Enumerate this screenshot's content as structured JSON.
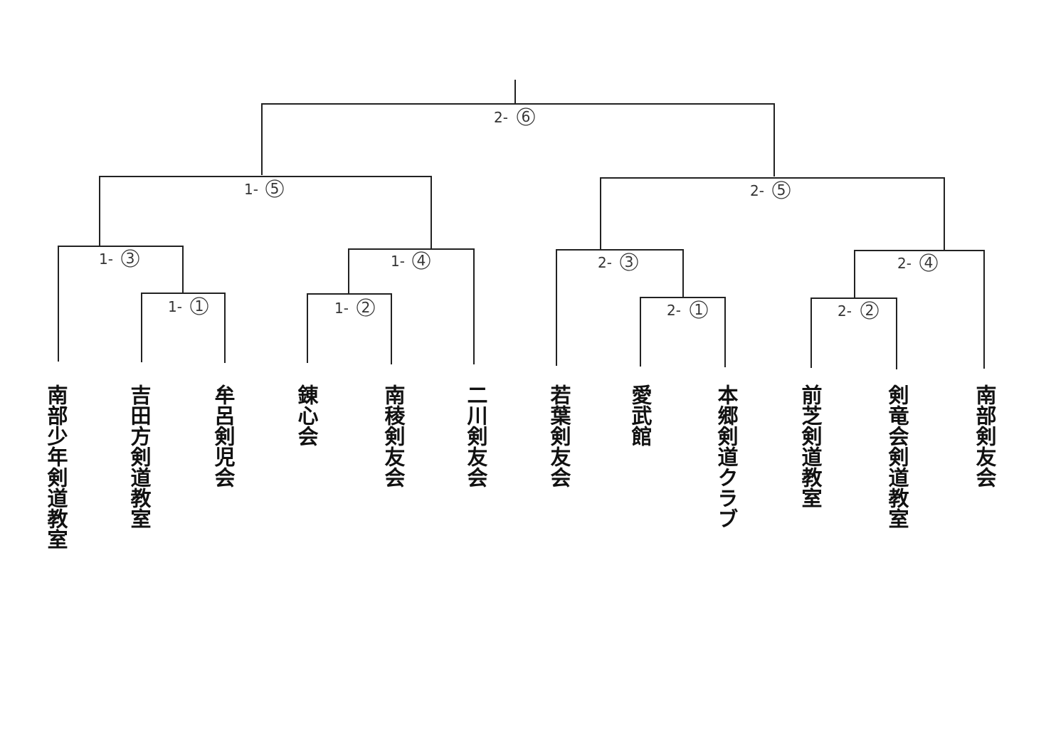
{
  "teams": [
    {
      "name": "南部少年剣道教室"
    },
    {
      "name": "吉田方剣道教室"
    },
    {
      "name": "牟呂剣児会"
    },
    {
      "name": "錬心会"
    },
    {
      "name": "南稜剣友会"
    },
    {
      "name": "二川剣友会"
    },
    {
      "name": "若葉剣友会"
    },
    {
      "name": "愛武館"
    },
    {
      "name": "本郷剣道クラブ"
    },
    {
      "name": "前芝剣道教室"
    },
    {
      "name": "剣竜会剣道教室"
    },
    {
      "name": "南部剣友会"
    }
  ],
  "matches": [
    {
      "prefix": "2-",
      "number": "6"
    },
    {
      "prefix": "1-",
      "number": "5"
    },
    {
      "prefix": "2-",
      "number": "5"
    },
    {
      "prefix": "1-",
      "number": "3"
    },
    {
      "prefix": "1-",
      "number": "4"
    },
    {
      "prefix": "2-",
      "number": "3"
    },
    {
      "prefix": "2-",
      "number": "4"
    },
    {
      "prefix": "1-",
      "number": "1"
    },
    {
      "prefix": "1-",
      "number": "2"
    },
    {
      "prefix": "2-",
      "number": "1"
    },
    {
      "prefix": "2-",
      "number": "2"
    }
  ]
}
